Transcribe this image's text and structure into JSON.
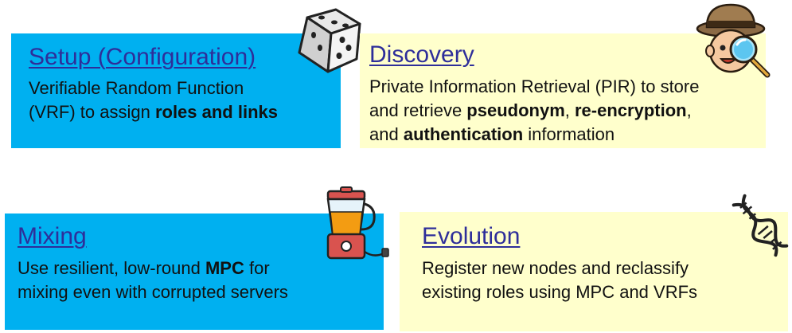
{
  "cards": {
    "setup": {
      "title": "Setup (Configuration)",
      "line1": "Verifiable Random Function",
      "line2_pre": "(VRF) to assign ",
      "line2_bold": "roles and links",
      "color": "#00B0F0"
    },
    "discovery": {
      "title": "Discovery",
      "line1": "Private Information Retrieval (PIR) to store",
      "line2_pre": "and retrieve ",
      "line2_bold1": "pseudonym",
      "line2_mid": ", ",
      "line2_bold2": "re-encryption",
      "line2_post": ",",
      "line3_pre": "and ",
      "line3_bold": "authentication",
      "line3_post": " information",
      "color": "#FFFFCC"
    },
    "mixing": {
      "title": "Mixing",
      "line1_pre": "Use resilient, low-round ",
      "line1_bold": "MPC",
      "line1_post": " for",
      "line2": "mixing even with corrupted servers",
      "color": "#00B0F0"
    },
    "evolution": {
      "title": "Evolution",
      "line1": "Register new nodes and reclassify",
      "line2": "existing roles using MPC and VRFs",
      "color": "#FFFFCC"
    }
  },
  "icons": {
    "setup": "dice-icon",
    "discovery": "detective-icon",
    "mixing": "blender-icon",
    "evolution": "dna-icon"
  },
  "colors": {
    "title": "#2E2E9A",
    "blue_box": "#00B0F0",
    "yellow_box": "#FFFFCC"
  }
}
